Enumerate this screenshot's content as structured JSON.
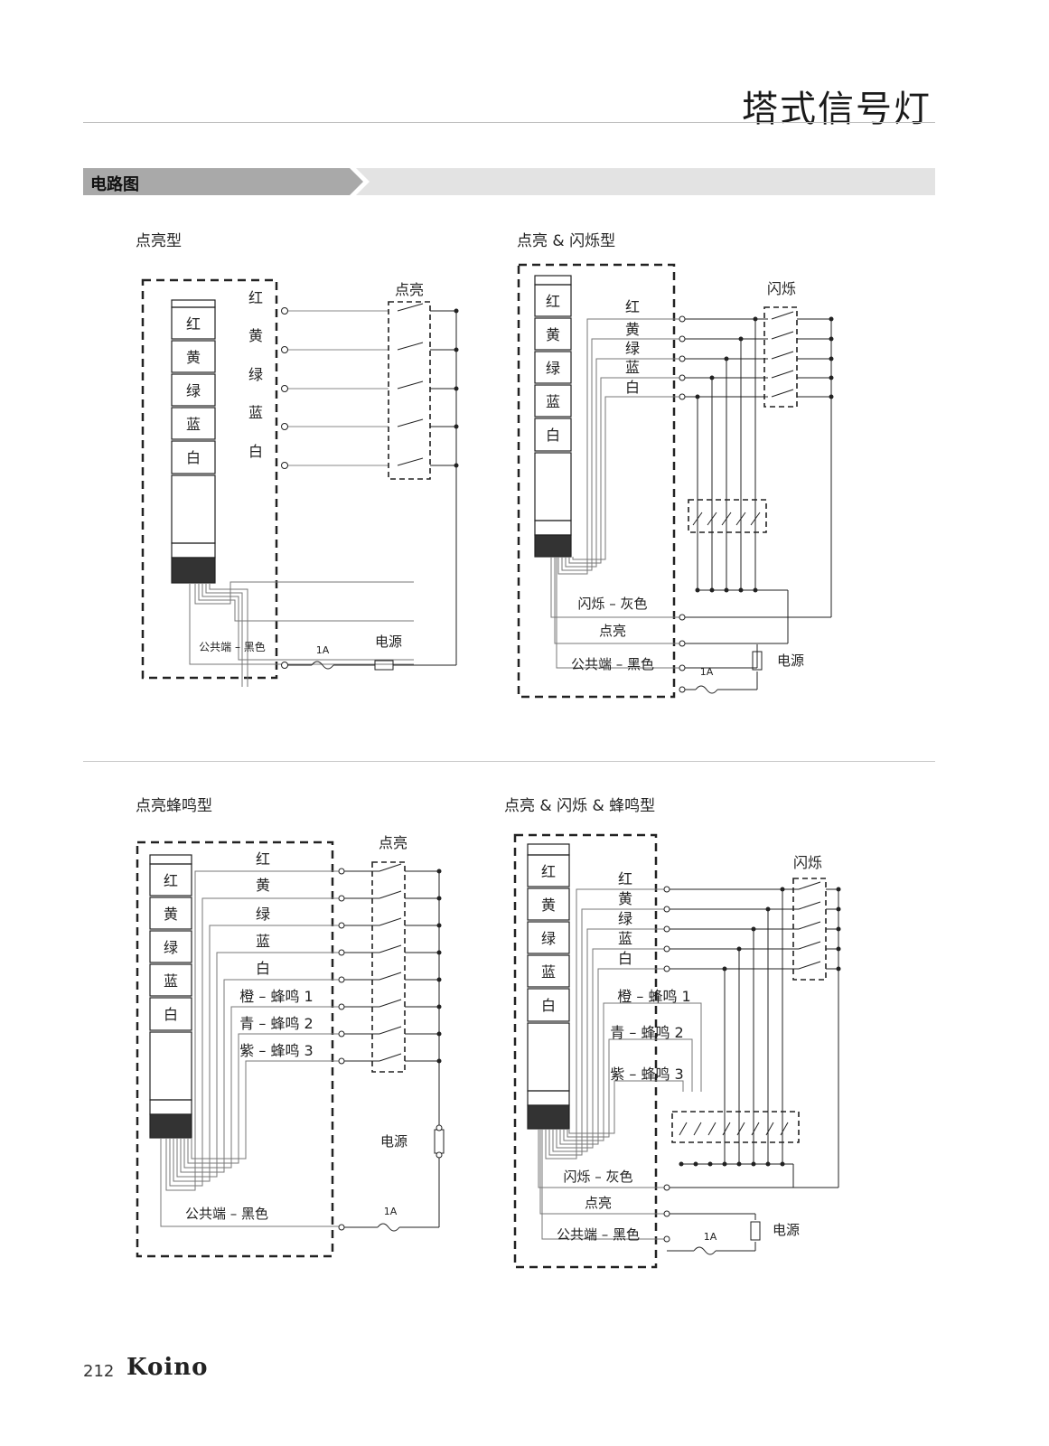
{
  "header": {
    "title": "塔式信号灯"
  },
  "section": {
    "label": "电路图"
  },
  "diagrams": [
    {
      "title": "点亮型",
      "lamps": [
        "红",
        "黄",
        "绿",
        "蓝",
        "白"
      ],
      "wire_labels": [
        "红",
        "黄",
        "绿",
        "蓝",
        "白"
      ],
      "switch_label": "点亮",
      "common_label": "公共端 – 黑色",
      "fuse_label": "1A",
      "power_label": "电源"
    },
    {
      "title": "点亮 & 闪烁型",
      "lamps": [
        "红",
        "黄",
        "绿",
        "蓝",
        "白"
      ],
      "wire_labels": [
        "红",
        "黄",
        "绿",
        "蓝",
        "白"
      ],
      "switch_label": "闪烁",
      "flash_label": "闪烁 – 灰色",
      "light_label": "点亮",
      "common_label": "公共端 – 黑色",
      "fuse_label": "1A",
      "power_label": "电源"
    },
    {
      "title": "点亮蜂鸣型",
      "lamps": [
        "红",
        "黄",
        "绿",
        "蓝",
        "白"
      ],
      "wire_labels": [
        "红",
        "黄",
        "绿",
        "蓝",
        "白",
        "橙 – 蜂鸣 1",
        "青 – 蜂鸣 2",
        "紫 – 蜂鸣 3"
      ],
      "switch_label": "点亮",
      "common_label": "公共端 – 黑色",
      "fuse_label": "1A",
      "power_label": "电源"
    },
    {
      "title": "点亮 & 闪烁 & 蜂鸣型",
      "lamps": [
        "红",
        "黄",
        "绿",
        "蓝",
        "白"
      ],
      "wire_labels": [
        "红",
        "黄",
        "绿",
        "蓝",
        "白"
      ],
      "buzzer_labels": [
        "橙 – 蜂鸣 1",
        "青 – 蜂鸣 2",
        "紫 – 蜂鸣 3"
      ],
      "switch_label": "闪烁",
      "flash_label": "闪烁 – 灰色",
      "light_label": "点亮",
      "common_label": "公共端 – 黑色",
      "fuse_label": "1A",
      "power_label": "电源"
    }
  ],
  "footer": {
    "page_number": "212",
    "logo": "Koino"
  }
}
